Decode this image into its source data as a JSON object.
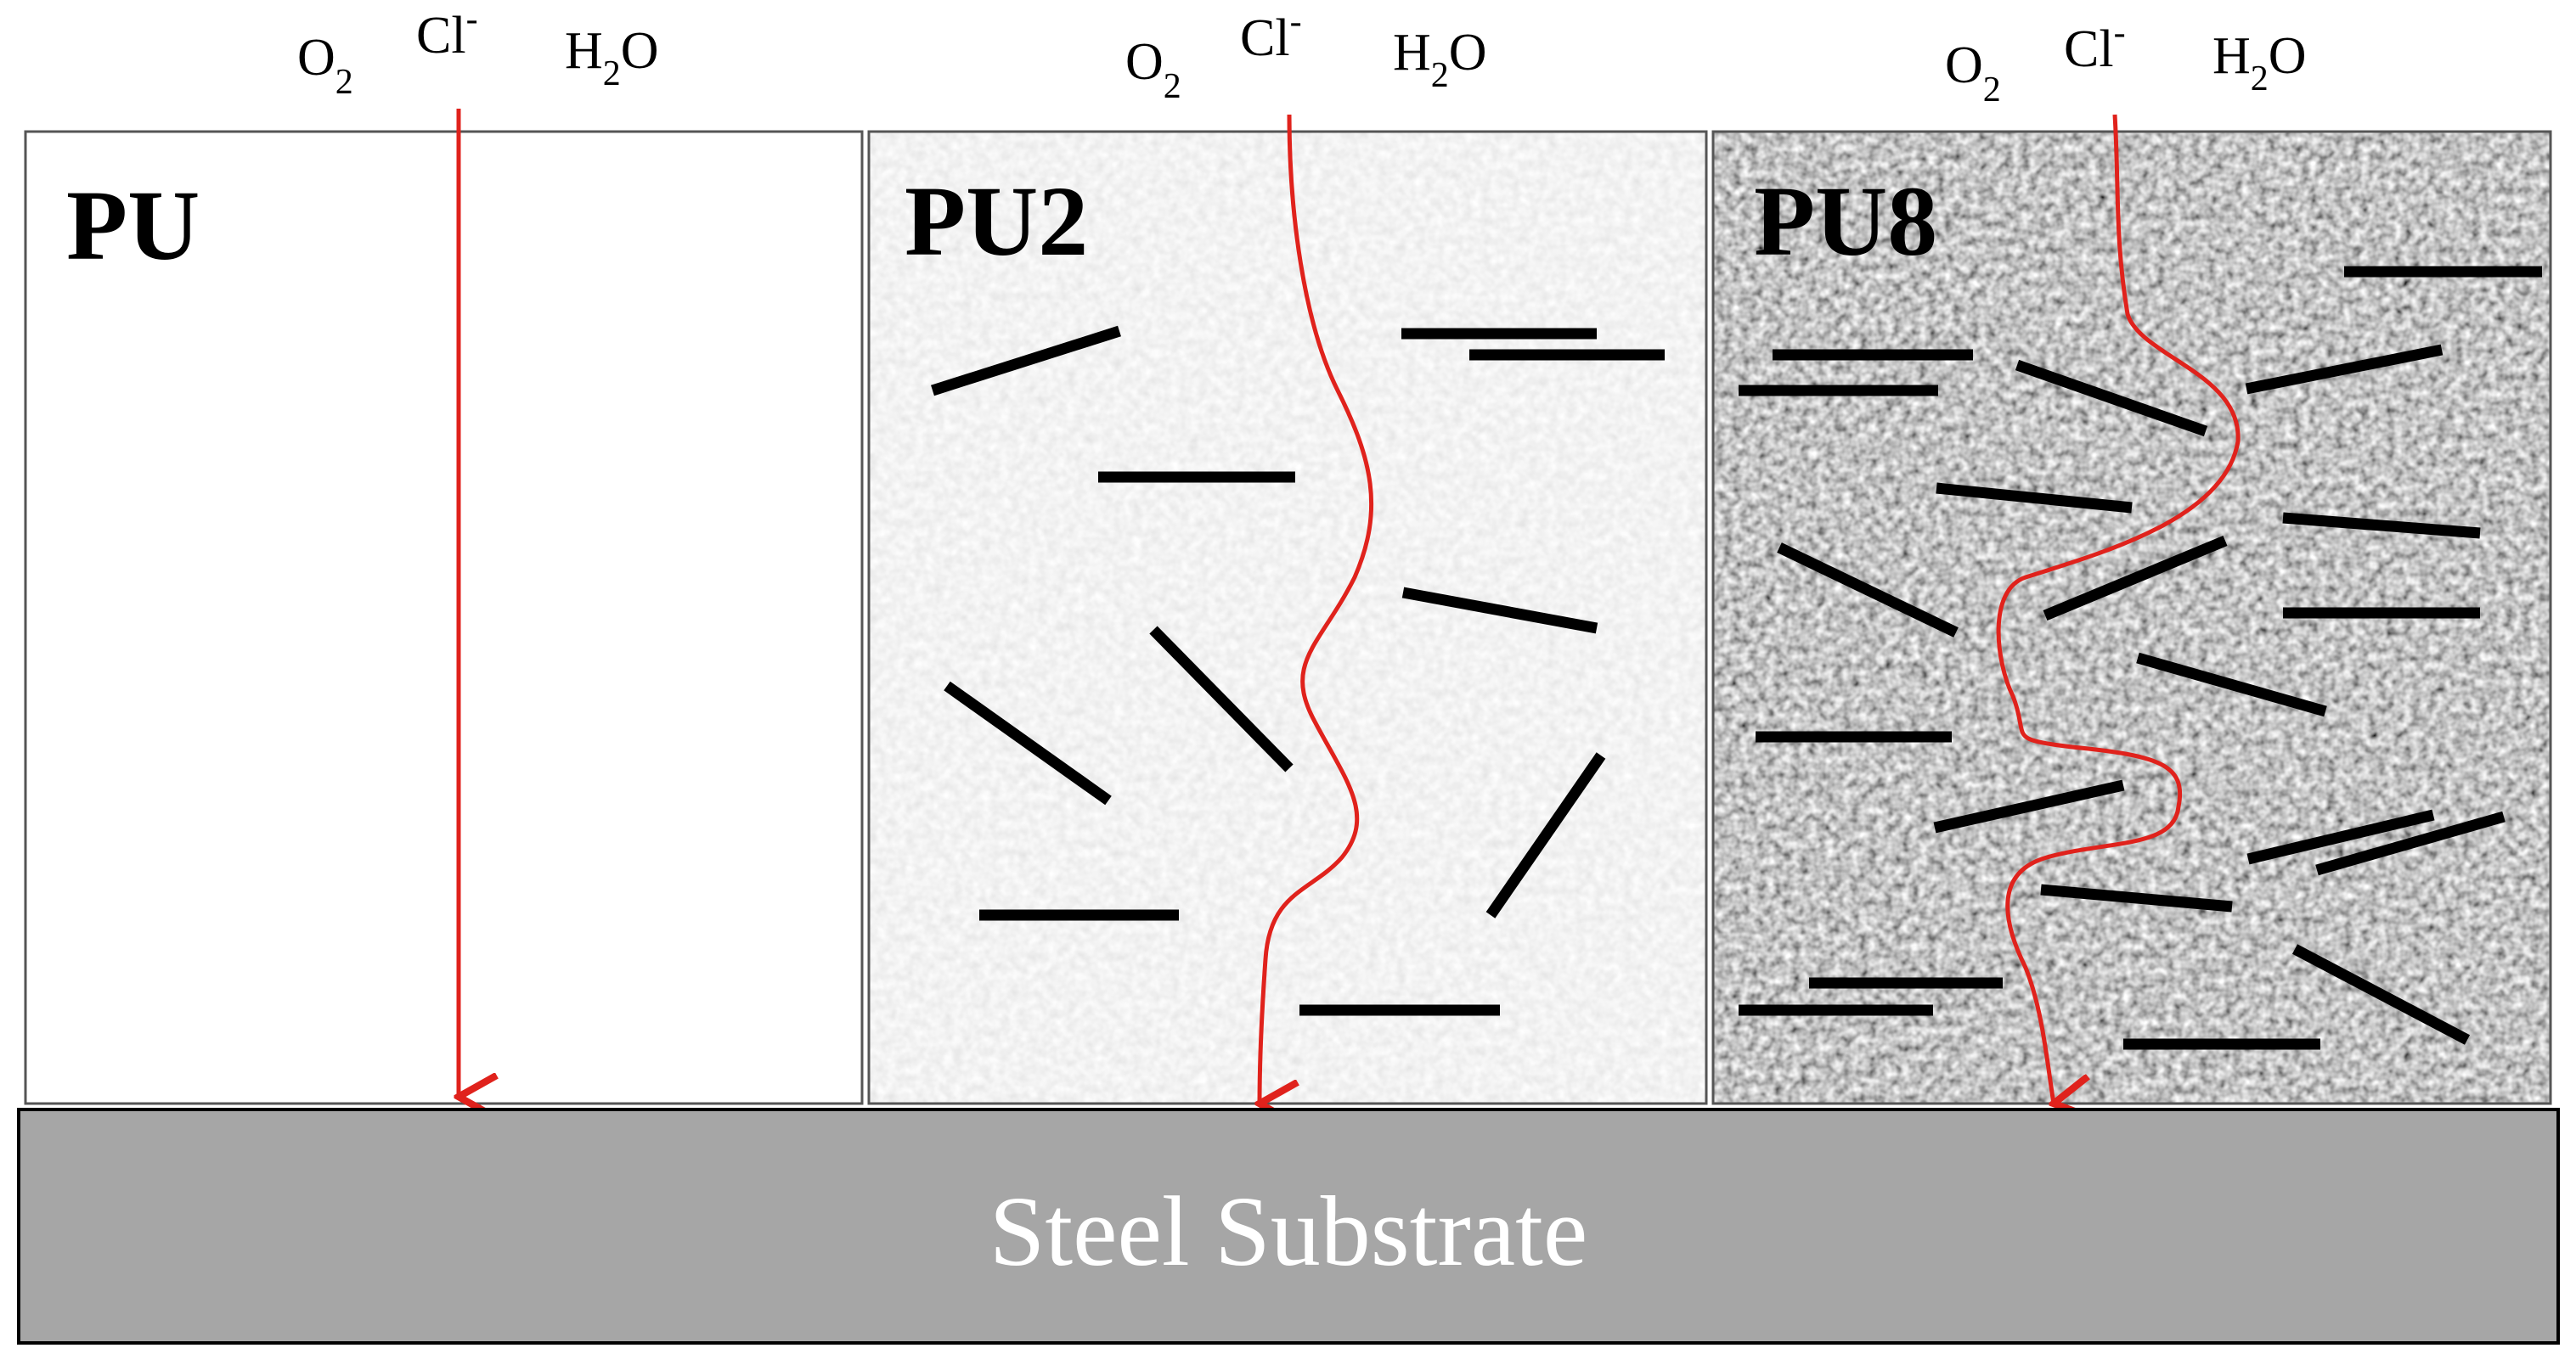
{
  "panels": [
    {
      "id": "PU",
      "label": "PU",
      "texture": "none",
      "path": "straight"
    },
    {
      "id": "PU2",
      "label": "PU2",
      "texture": "light",
      "path": "wavy-moderate"
    },
    {
      "id": "PU8",
      "label": "PU8",
      "texture": "dark",
      "path": "wavy-tortuous"
    }
  ],
  "species": [
    {
      "base": "O",
      "sub": "2",
      "sup": ""
    },
    {
      "base": "Cl",
      "sub": "",
      "sup": "-"
    },
    {
      "base": "H",
      "sub": "2",
      "sup": "",
      "tail": "O"
    }
  ],
  "substrate": {
    "label": "Steel Substrate"
  },
  "colors": {
    "arrow": "#e0221c",
    "flake": "#000000",
    "substrate_fill": "#a6a6a6",
    "substrate_text": "#ffffff",
    "panel_border": "#555555",
    "pu2_background": "#ebebeb",
    "pu8_background": "#8e8e8e"
  }
}
